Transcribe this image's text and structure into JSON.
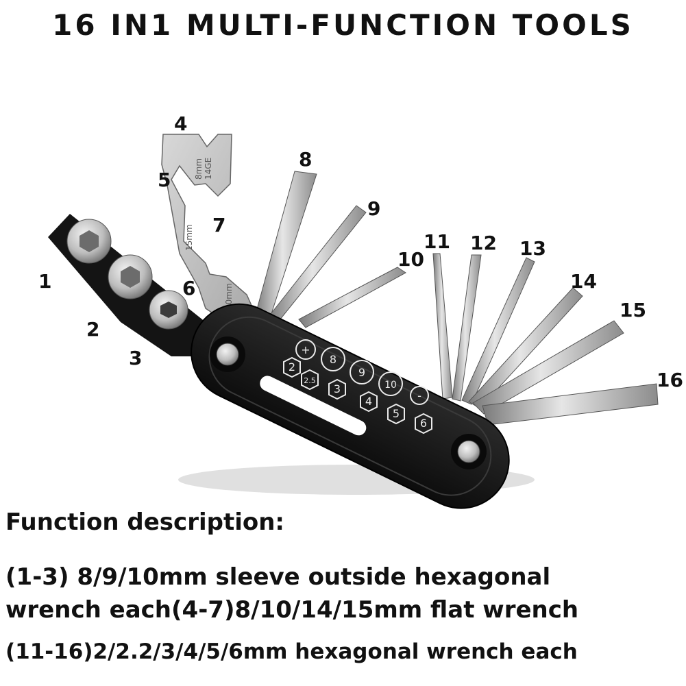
{
  "title": "16 IN1 MULTI-FUNCTION TOOLS",
  "callouts": [
    "1",
    "2",
    "3",
    "4",
    "5",
    "6",
    "7",
    "8",
    "9",
    "10",
    "11",
    "12",
    "13",
    "14",
    "15",
    "16"
  ],
  "wrench_engraving": {
    "top": "8mm",
    "top2": "14GE",
    "mid": "15mm",
    "bottom": "10mm"
  },
  "body_markings": [
    "+",
    "8",
    "9",
    "10",
    "-",
    "2",
    "2.5",
    "3",
    "4",
    "5",
    "6"
  ],
  "description": {
    "heading": "Function description:",
    "lines": [
      "(1-3) 8/9/10mm sleeve outside hexagonal",
      "wrench each(4-7)8/10/14/15mm flat wrench",
      "(11-16)2/2.2/3/4/5/6mm hexagonal wrench each"
    ]
  },
  "colors": {
    "body": "#151515",
    "steel": "#c9c9c9",
    "steel_dark": "#8a8a8a",
    "text": "#111111"
  }
}
